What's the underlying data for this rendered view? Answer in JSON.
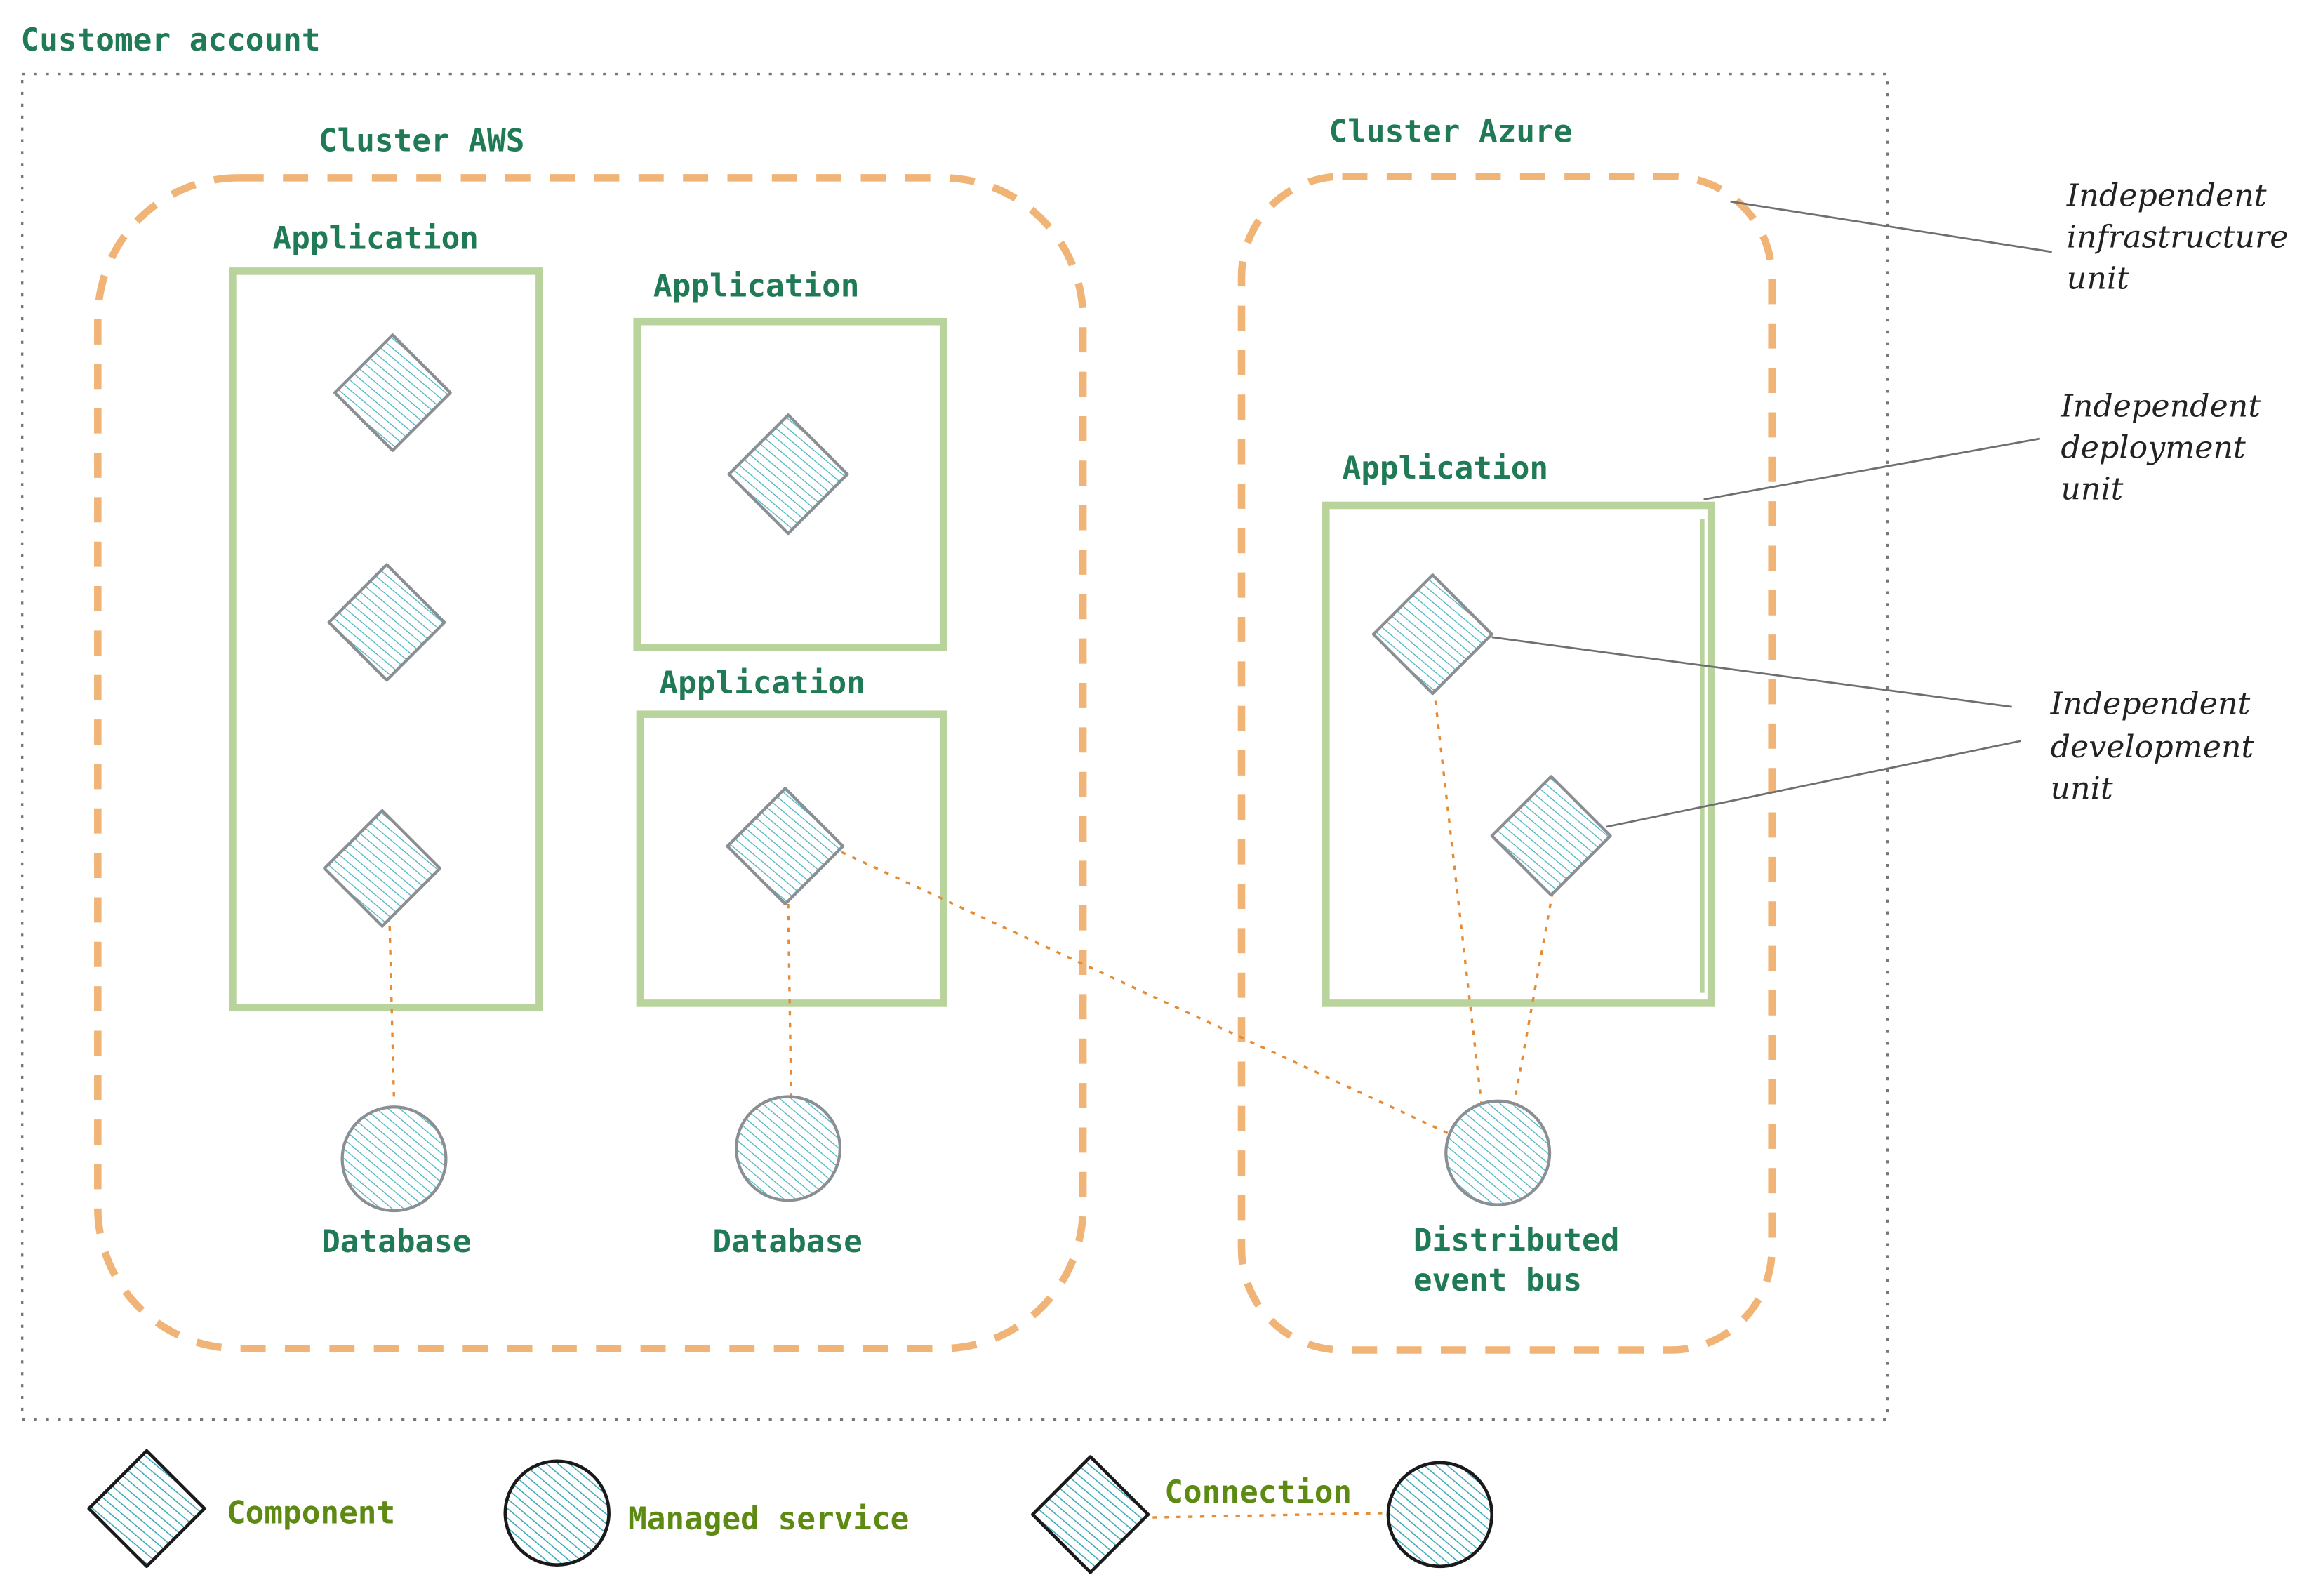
{
  "colors": {
    "label_green": "#1f7a55",
    "legend_green": "#5d8a12",
    "app_border": "#b9d39c",
    "cluster_border": "#f0b477",
    "connection": "#e58b33",
    "annotation": "#222222",
    "account_border": "#777777",
    "hatch": "#54b8c6",
    "node_outline_light": "#8a8f93",
    "node_outline_dark": "#1a1a1a"
  },
  "account": {
    "label": "Customer account"
  },
  "clusters": {
    "aws": {
      "label": "Cluster AWS"
    },
    "azure": {
      "label": "Cluster Azure"
    }
  },
  "applications": {
    "aws_left": {
      "label": "Application"
    },
    "aws_top_right": {
      "label": "Application"
    },
    "aws_bottom_right": {
      "label": "Application"
    },
    "azure": {
      "label": "Application"
    }
  },
  "services": {
    "db1": {
      "label": "Database"
    },
    "db2": {
      "label": "Database"
    },
    "bus": {
      "line1": "Distributed",
      "line2": "event bus"
    }
  },
  "annotations": {
    "infrastructure": [
      "Independent",
      "infrastructure",
      "unit"
    ],
    "deployment": [
      "Independent",
      "deployment",
      "unit"
    ],
    "development": [
      "Independent",
      "development",
      "unit"
    ]
  },
  "legend": {
    "component": "Component",
    "managed_service": "Managed service",
    "connection": "Connection"
  },
  "icons": {
    "component": "hatched-diamond-icon",
    "managed_service": "hatched-circle-icon"
  }
}
